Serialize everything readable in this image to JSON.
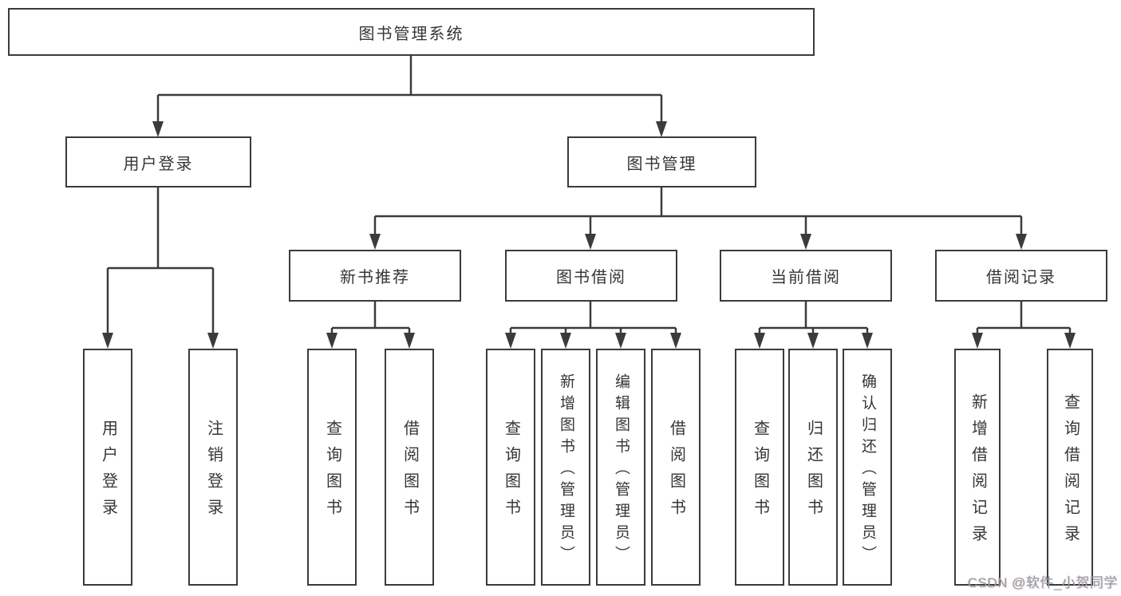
{
  "nodes": {
    "root": "图书管理系统",
    "user_login": "用户登录",
    "book_mgmt": "图书管理",
    "new_book_rec": "新书推荐",
    "book_borrow": "图书借阅",
    "current_borrow": "当前借阅",
    "borrow_record": "借阅记录",
    "leaf_user_login": "用户登录",
    "leaf_logout": "注销登录",
    "leaf_query_book_1": "查询图书",
    "leaf_borrow_book_1": "借阅图书",
    "leaf_query_book_2": "查询图书",
    "leaf_add_book": "新增图书（管理员）",
    "leaf_edit_book": "编辑图书（管理员）",
    "leaf_borrow_book_2": "借阅图书",
    "leaf_query_book_3": "查询图书",
    "leaf_return_book": "归还图书",
    "leaf_confirm_return": "确认归还（管理员）",
    "leaf_add_record": "新增借阅记录",
    "leaf_query_record": "查询借阅记录"
  },
  "watermark": "CSDN @软件_小贺同学",
  "colors": {
    "line": "#3b3b3b",
    "box_fill": "#ffffff",
    "text": "#363636",
    "watermark": "#9b9ba0"
  }
}
